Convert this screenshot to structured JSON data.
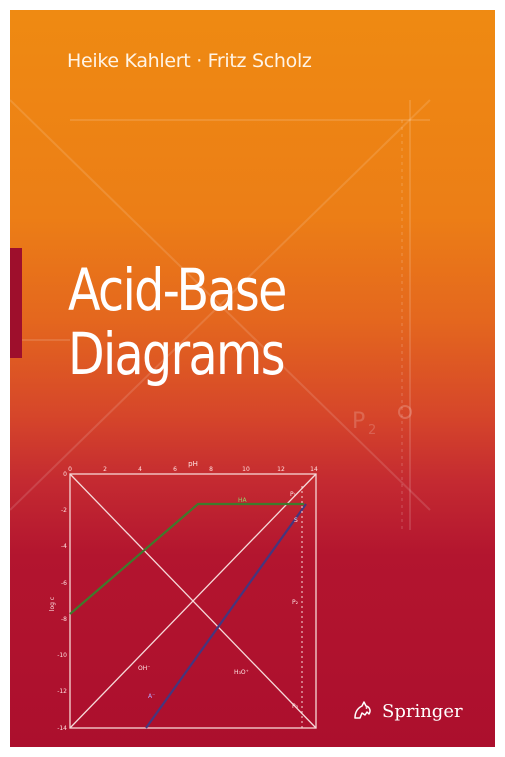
{
  "cover": {
    "authors": "Heike Kahlert · Fritz Scholz",
    "title_line1": "Acid-Base",
    "title_line2": "Diagrams",
    "background_watermark_label": "P",
    "background_watermark_sub": "2",
    "publisher": "Springer",
    "colors": {
      "top": "#ef8a12",
      "bottom": "#ac0f2d",
      "text": "#ffffff",
      "spine_tab": "#9e0f2c"
    }
  },
  "diagram": {
    "x_axis_label": "pH",
    "y_axis_label": "log c",
    "x_ticks": [
      "0",
      "2",
      "4",
      "6",
      "8",
      "10",
      "12",
      "14"
    ],
    "y_ticks": [
      "0",
      "-2",
      "-4",
      "-6",
      "-8",
      "-10",
      "-12",
      "-14"
    ],
    "labels": {
      "oh": "OH⁻",
      "h3o": "H₃O⁺",
      "ha": "HA",
      "a": "A⁻",
      "p1": "P₁",
      "p2": "P₂",
      "p3": "P₃",
      "s": "S"
    }
  }
}
